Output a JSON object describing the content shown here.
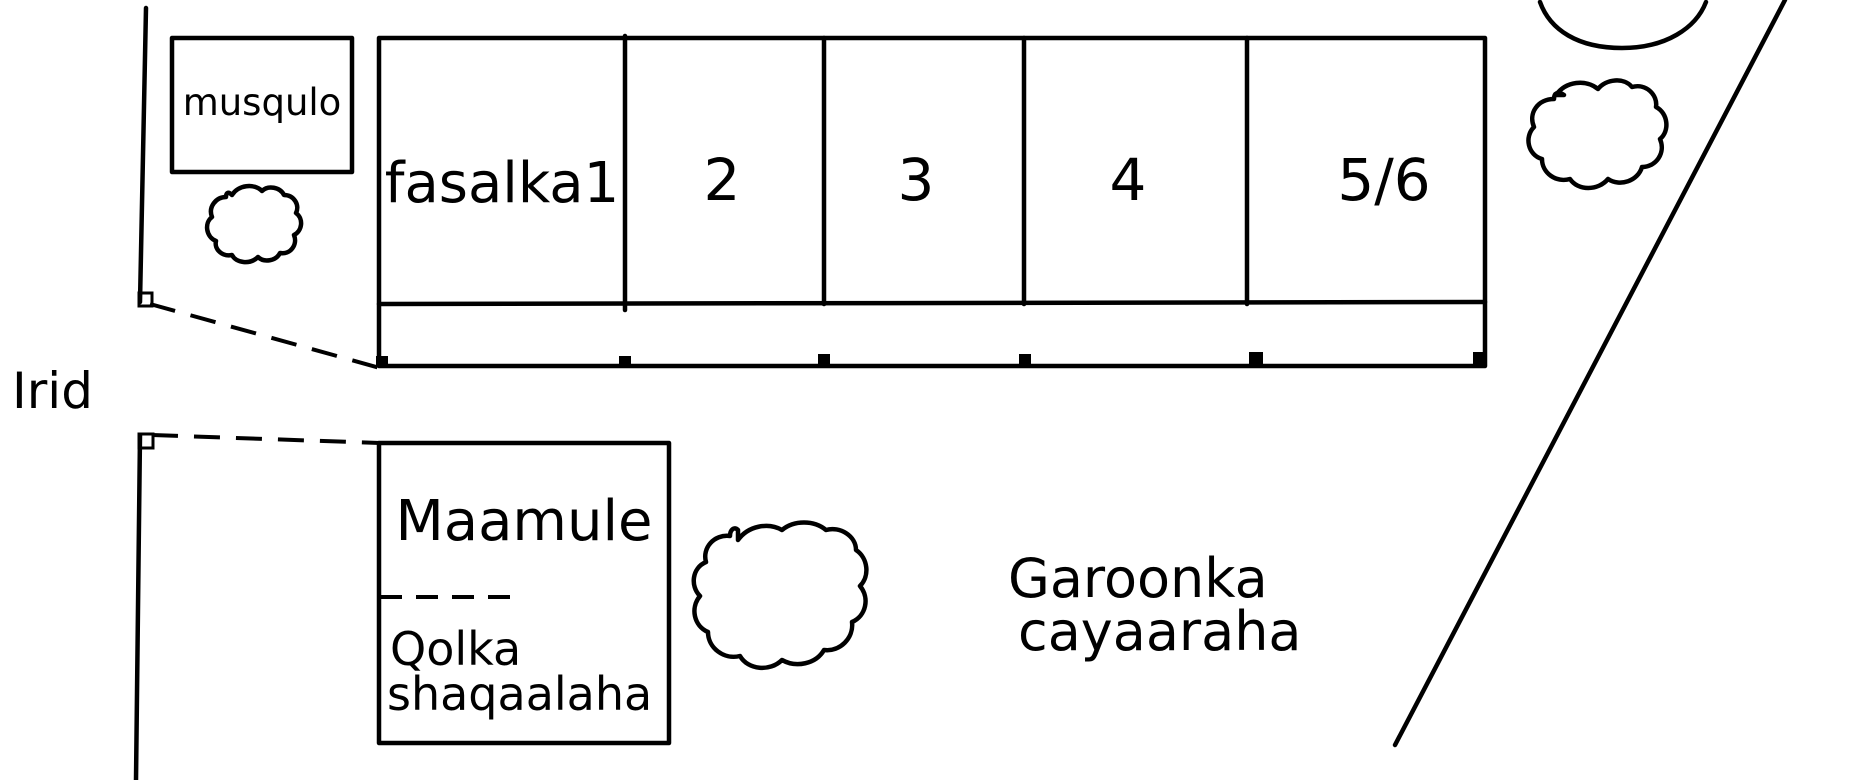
{
  "classrooms": [
    {
      "label": "fasalka1"
    },
    {
      "label": "2"
    },
    {
      "label": "3"
    },
    {
      "label": "4"
    },
    {
      "label": "5/6"
    }
  ],
  "buildings": {
    "toilet": "musqulo",
    "office": "Maamule",
    "staff_room_line1": "Qolka",
    "staff_room_line2": "shaqaalaha"
  },
  "gate": "Irid",
  "playground_line1": "Garoonka",
  "playground_line2": "cayaaraha"
}
